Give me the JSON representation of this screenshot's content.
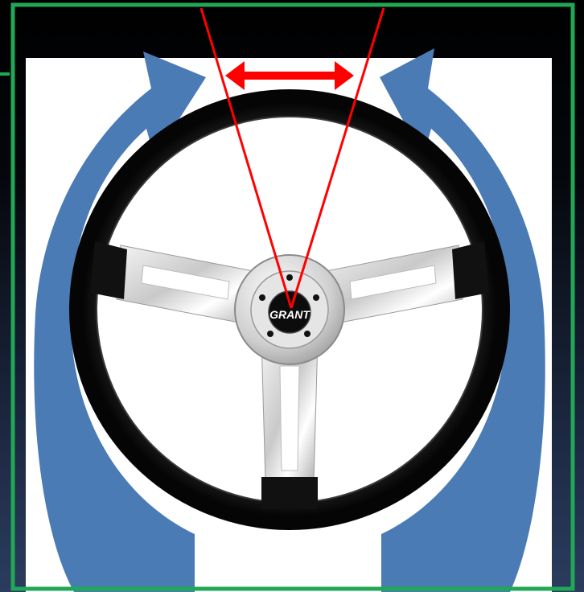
{
  "diagram": {
    "hub_logo_text": "GRANT",
    "colors": {
      "frame": "#1fa855",
      "rotation_arrows": "#4a7bb5",
      "angle_lines": "#ff0000",
      "wheel_rim": "#111111",
      "panel": "#ffffff",
      "background": "#000000"
    },
    "icons": {
      "left_arrow": "curved-arrow-clockwise",
      "right_arrow": "curved-arrow-counterclockwise",
      "angle_indicator": "double-headed-arrow"
    }
  }
}
